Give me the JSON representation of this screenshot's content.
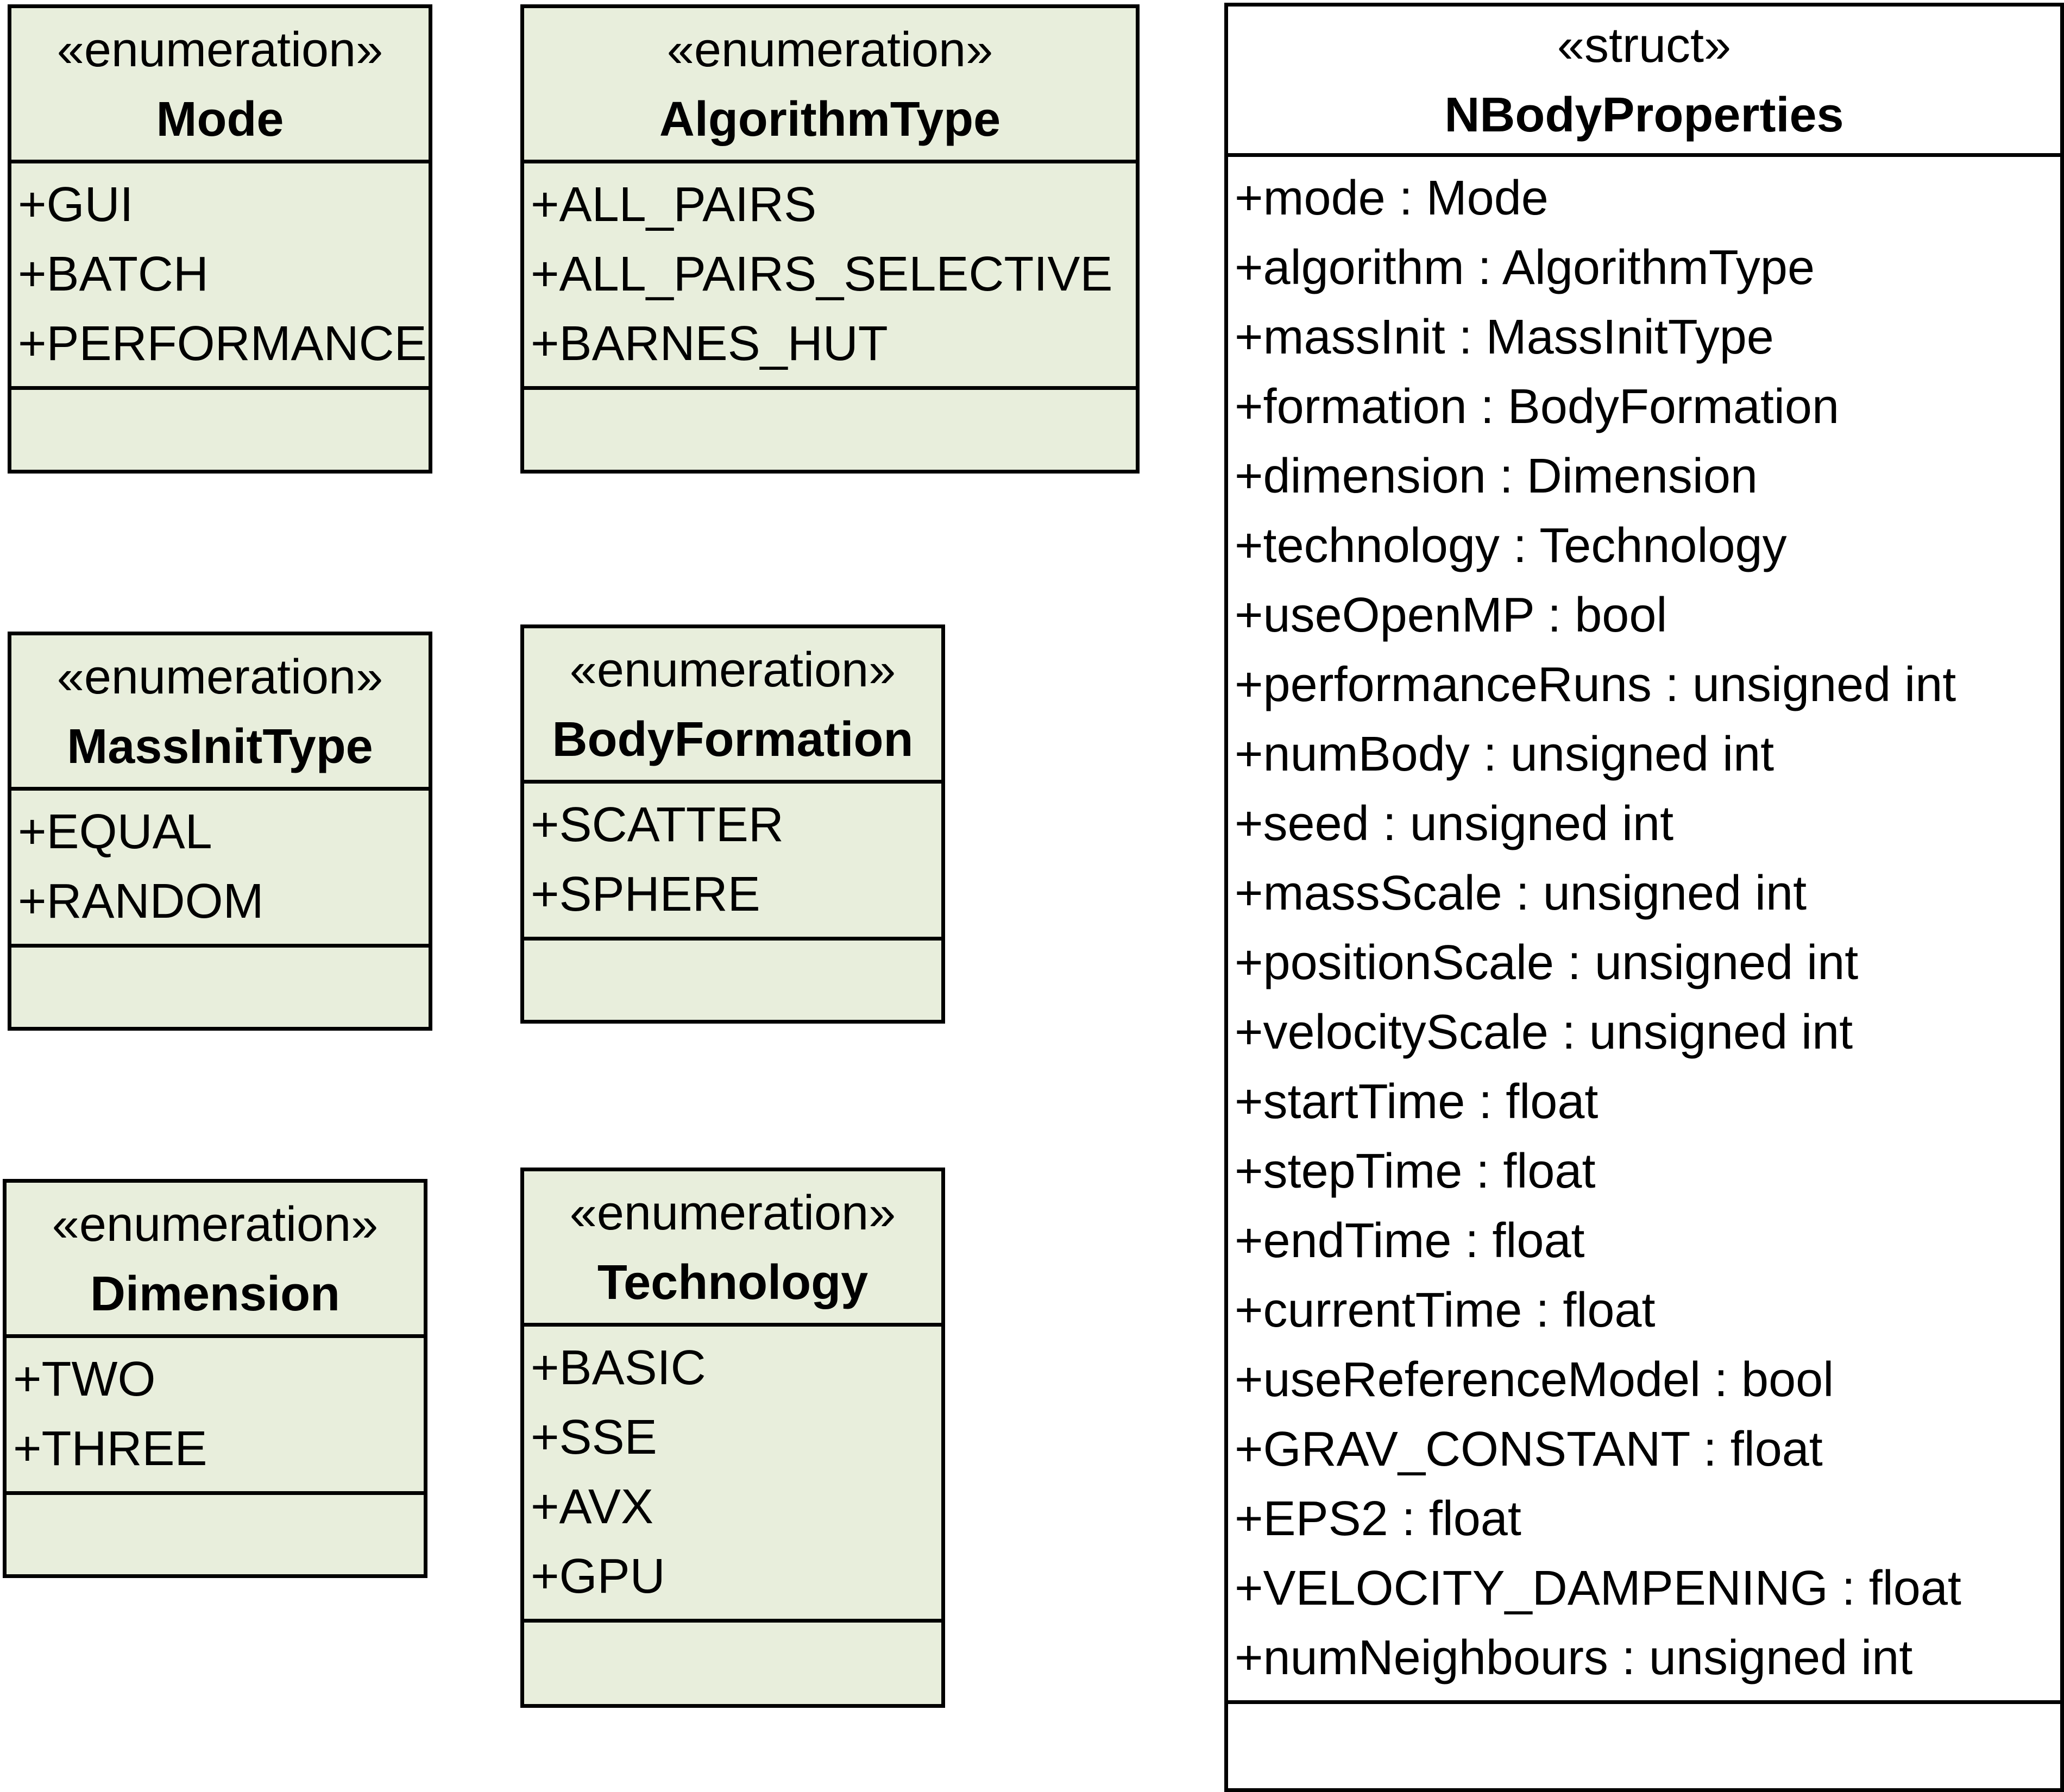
{
  "diagram": {
    "colors": {
      "enum_fill": "#e8eedc",
      "struct_fill": "#ffffff",
      "border": "#000000"
    },
    "boxes": {
      "mode": {
        "stereotype": "«enumeration»",
        "name": "Mode",
        "attributes": [
          "+GUI",
          "+BATCH",
          "+PERFORMANCE"
        ]
      },
      "algorithm": {
        "stereotype": "«enumeration»",
        "name": "AlgorithmType",
        "attributes": [
          "+ALL_PAIRS",
          "+ALL_PAIRS_SELECTIVE",
          "+BARNES_HUT"
        ]
      },
      "massinit": {
        "stereotype": "«enumeration»",
        "name": "MassInitType",
        "attributes": [
          "+EQUAL",
          "+RANDOM"
        ]
      },
      "bodyformation": {
        "stereotype": "«enumeration»",
        "name": "BodyFormation",
        "attributes": [
          "+SCATTER",
          "+SPHERE"
        ]
      },
      "dimension": {
        "stereotype": "«enumeration»",
        "name": "Dimension",
        "attributes": [
          "+TWO",
          "+THREE"
        ]
      },
      "technology": {
        "stereotype": "«enumeration»",
        "name": "Technology",
        "attributes": [
          "+BASIC",
          "+SSE",
          "+AVX",
          "+GPU"
        ]
      },
      "nbody": {
        "stereotype": "«struct»",
        "name": "NBodyProperties",
        "attributes": [
          "+mode : Mode",
          "+algorithm : AlgorithmType",
          "+massInit : MassInitType",
          "+formation : BodyFormation",
          "+dimension : Dimension",
          "+technology : Technology",
          "+useOpenMP : bool",
          "+performanceRuns : unsigned int",
          "+numBody : unsigned int",
          "+seed : unsigned int",
          "+massScale : unsigned int",
          "+positionScale : unsigned int",
          "+velocityScale : unsigned int",
          "+startTime : float",
          "+stepTime : float",
          "+endTime : float",
          "+currentTime : float",
          "+useReferenceModel : bool",
          "+GRAV_CONSTANT : float",
          "+EPS2 : float",
          "+VELOCITY_DAMPENING : float",
          "+numNeighbours : unsigned int"
        ]
      }
    }
  }
}
